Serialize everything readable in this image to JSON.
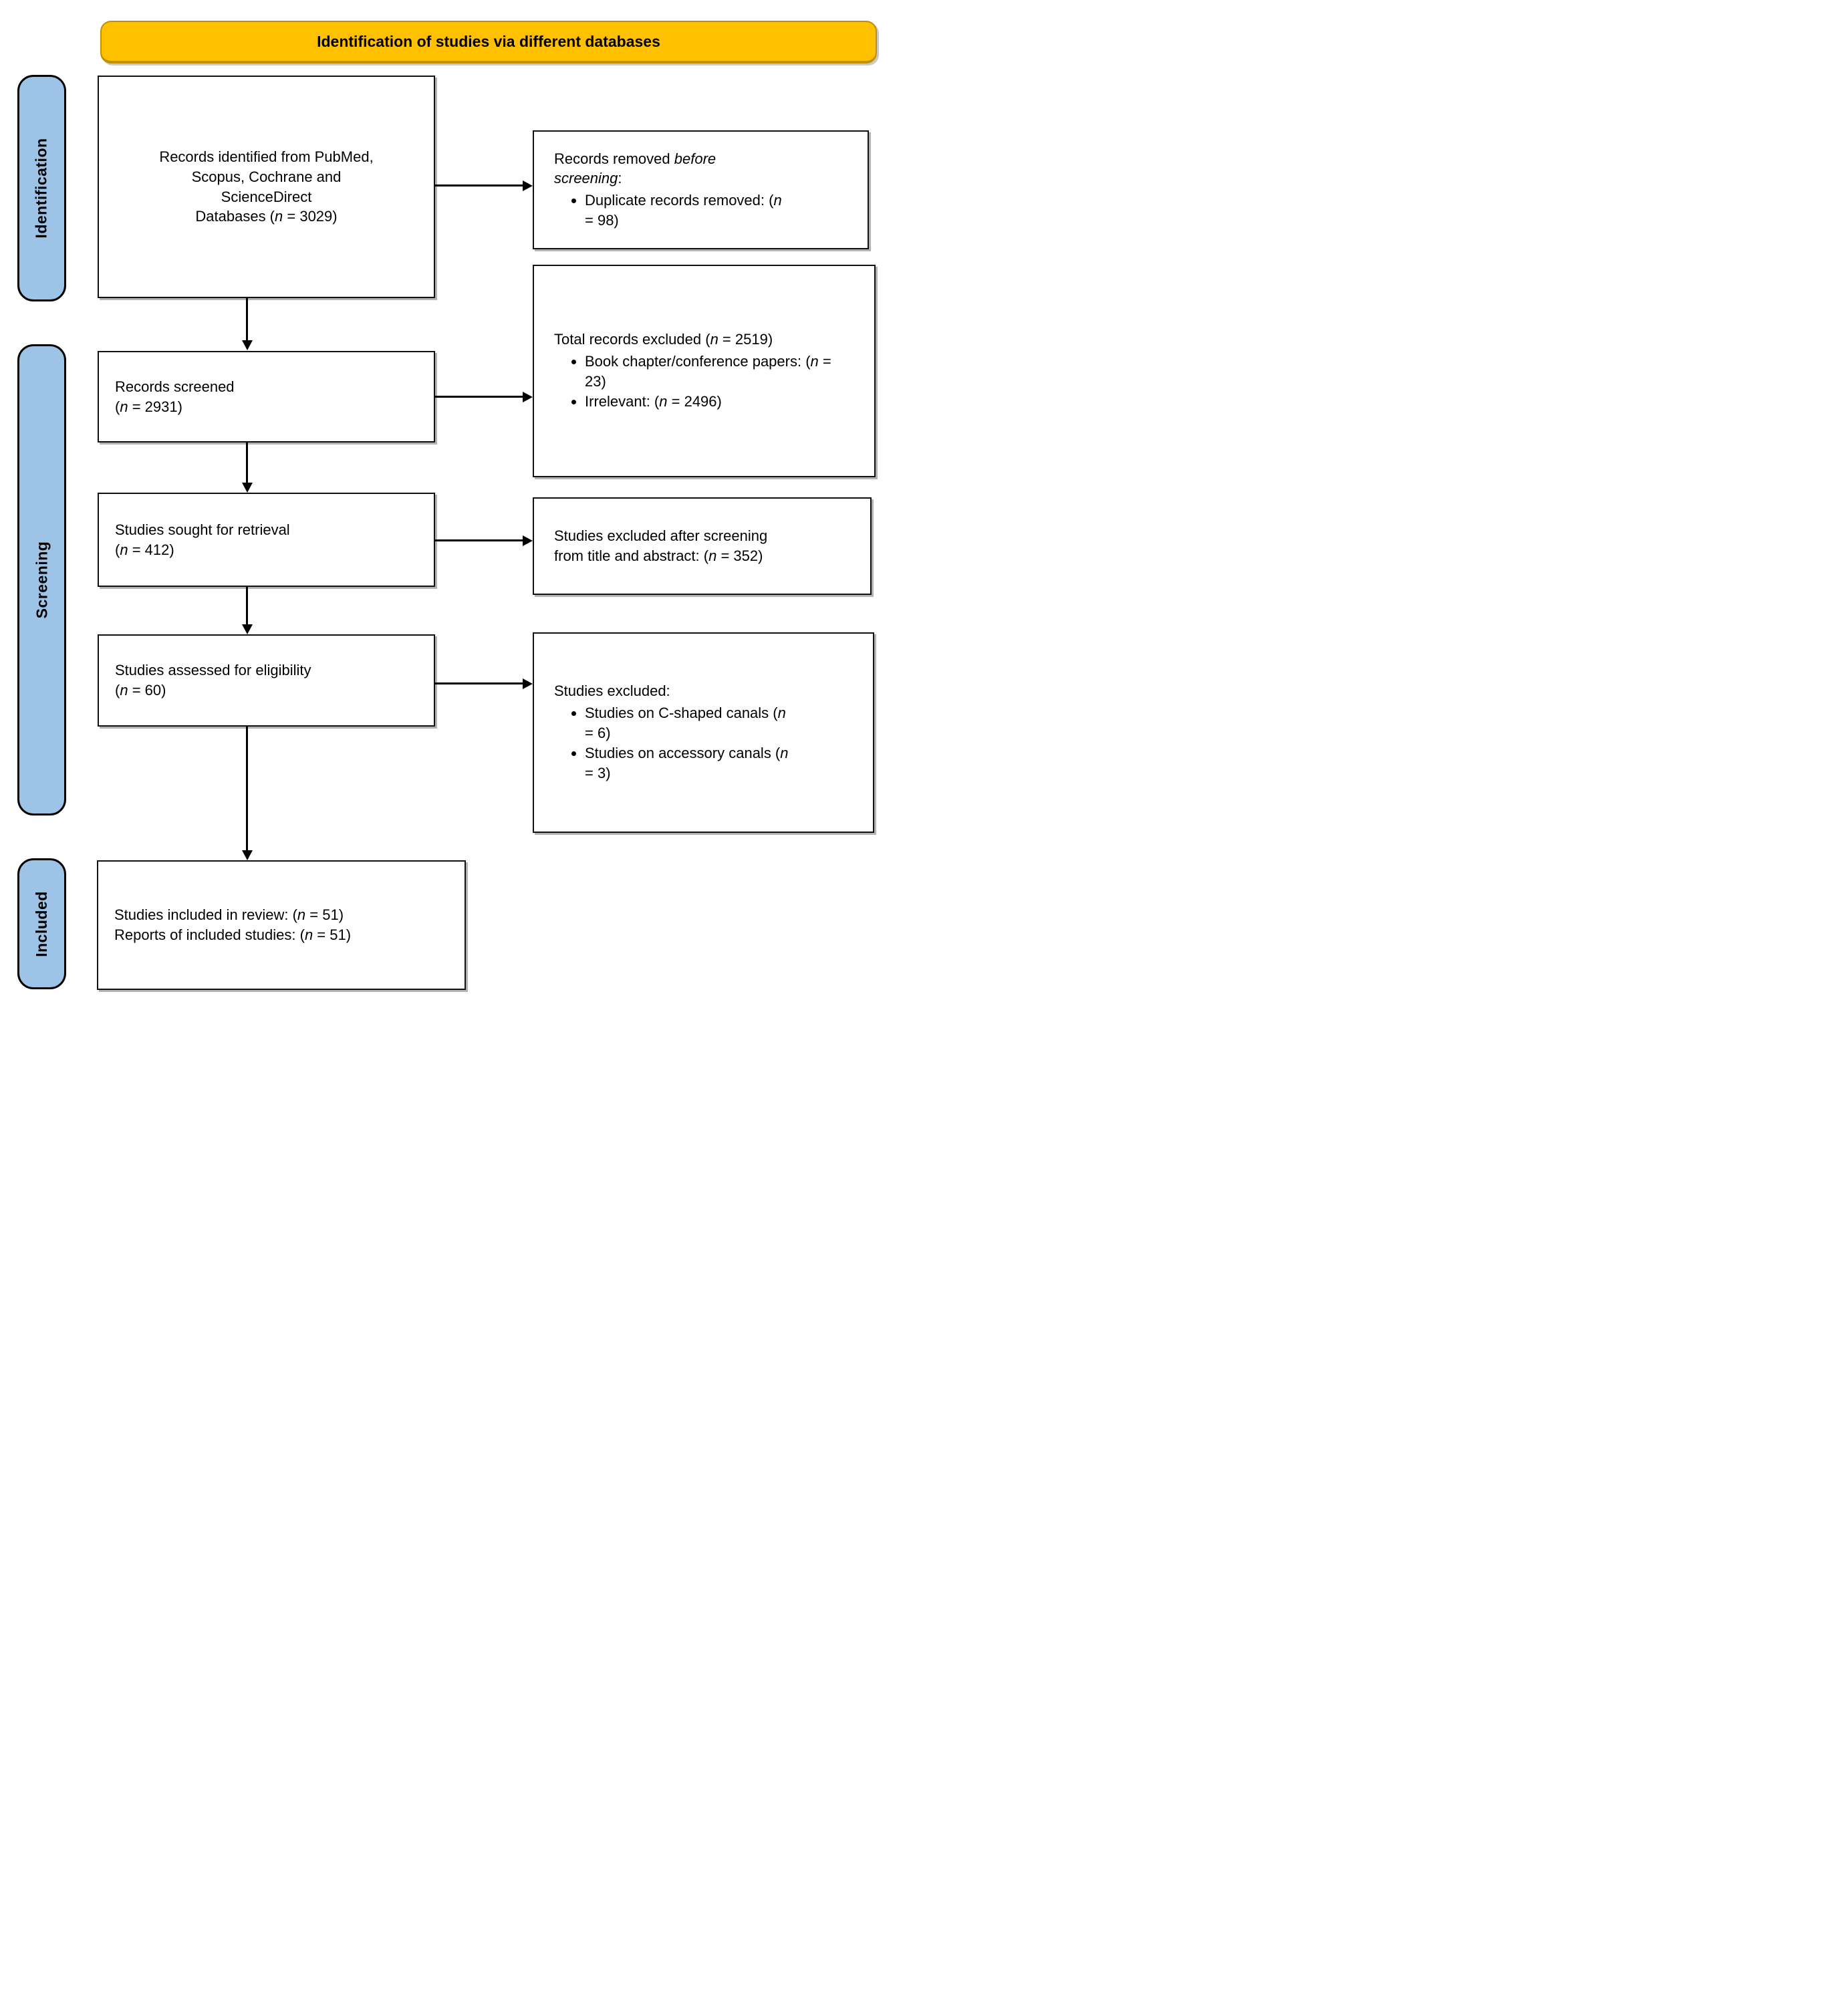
{
  "banner": {
    "title": "Identification of studies via different databases"
  },
  "stages": [
    {
      "label": "Identification"
    },
    {
      "label": "Screening"
    },
    {
      "label": "Included"
    }
  ],
  "colors": {
    "banner_fill": "#FFC000",
    "banner_border": "#BF9000",
    "stage_fill": "#9DC3E6",
    "box_border": "#111111"
  },
  "boxes": {
    "records_identified": {
      "lines": [
        "Records identified from PubMed,",
        "Scopus, Cochrane and",
        "ScienceDirect",
        "Databases (n = 3029)"
      ]
    },
    "records_removed": {
      "title": "Records removed *before screening*:",
      "bullets": [
        "Duplicate records removed: (n = 98)"
      ]
    },
    "records_screened": {
      "lines": [
        "Records screened",
        "(n = 2931)"
      ]
    },
    "records_excluded": {
      "title": "Total records excluded (n = 2519)",
      "bullets": [
        "Book chapter/conference papers: (n = 23)",
        "Irrelevant: (n = 2496)"
      ]
    },
    "sought_retrieval": {
      "lines": [
        "Studies sought for retrieval",
        "(n = 412)"
      ]
    },
    "excluded_title_abstract": {
      "lines": [
        "Studies excluded after screening",
        "from title and abstract: (n = 352)"
      ]
    },
    "assessed_eligibility": {
      "lines": [
        "Studies assessed for eligibility",
        "(n = 60)"
      ]
    },
    "studies_excluded": {
      "title": "Studies excluded:",
      "bullets": [
        "Studies on C-shaped canals (n = 6)",
        "Studies on accessory canals (n = 3)"
      ]
    },
    "included_review": {
      "lines": [
        "Studies included in review: (n = 51)",
        "Reports of included studies: (n = 51)"
      ]
    }
  }
}
